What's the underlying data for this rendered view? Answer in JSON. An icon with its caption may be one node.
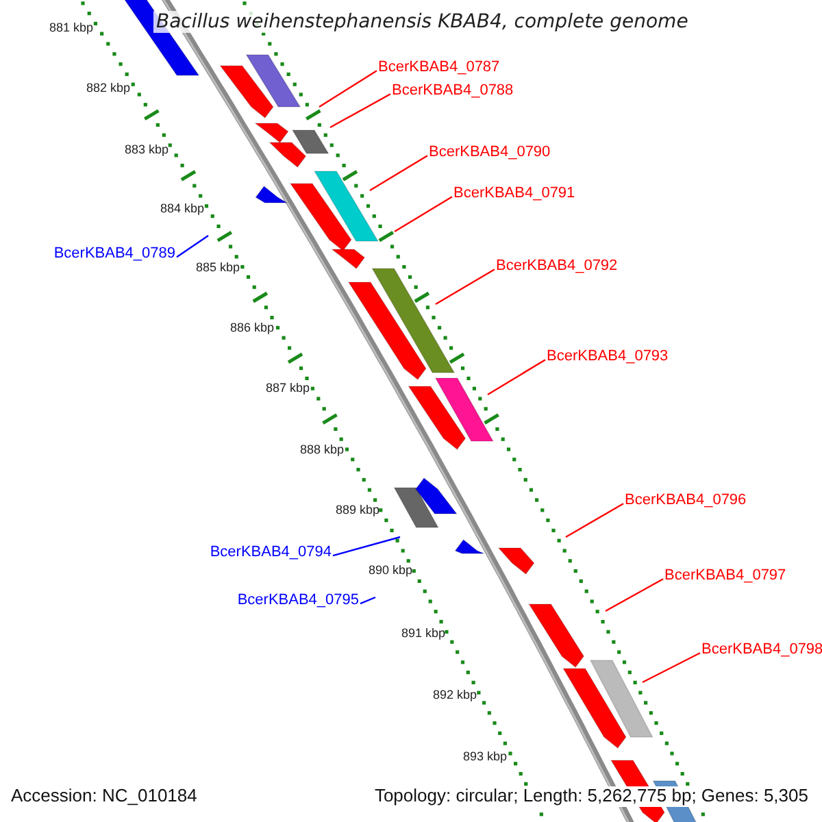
{
  "diagram": {
    "title": "Bacillus weihenstephanensis KBAB4, complete genome",
    "nodes": [
      {
        "text": [
          "BcerKBAB4_0787"
        ]
      },
      {
        "text": [
          "BcerKBAB4_0788"
        ]
      },
      {
        "text": [
          "BcerKBAB4_0790"
        ]
      },
      {
        "text": [
          "BcerKBAB4_0791"
        ]
      },
      {
        "text": [
          "BcerKBAB4_0789"
        ]
      },
      {
        "text": [
          "BcerKBAB4_0792"
        ]
      },
      {
        "text": [
          "BcerKBAB4_0793"
        ]
      },
      {
        "text": [
          "BcerKBAB4_0796"
        ]
      },
      {
        "text": [
          "BcerKBAB4_0794"
        ]
      },
      {
        "text": [
          "BcerKBAB4_0795"
        ]
      },
      {
        "text": [
          "BcerKBAB4_0797"
        ]
      },
      {
        "text": [
          "BcerKBAB4_0798"
        ]
      }
    ],
    "edges": [
      {
        "from": 0,
        "to": null,
        "arrow": "none"
      },
      {
        "from": 1,
        "to": null,
        "arrow": "none"
      },
      {
        "from": 2,
        "to": null,
        "arrow": "none"
      },
      {
        "from": 3,
        "to": null,
        "arrow": "none"
      },
      {
        "from": 4,
        "to": null,
        "arrow": "none",
        "color": "#0000ff"
      },
      {
        "from": 5,
        "to": null,
        "arrow": "none"
      },
      {
        "from": 6,
        "to": null,
        "arrow": "none"
      },
      {
        "from": 7,
        "to": null,
        "arrow": "none"
      },
      {
        "from": 8,
        "to": null,
        "arrow": "none",
        "color": "#0000ff"
      },
      {
        "from": 9,
        "to": null,
        "arrow": "none",
        "color": "#0000ff"
      },
      {
        "from": 10,
        "to": null,
        "arrow": "none"
      },
      {
        "from": 11,
        "to": null,
        "arrow": "none"
      }
    ],
    "labels": [
      "881 kbp",
      "882 kbp",
      "883 kbp",
      "884 kbp",
      "885 kbp",
      "886 kbp",
      "887 kbp",
      "888 kbp",
      "889 kbp",
      "890 kbp",
      "891 kbp",
      "892 kbp",
      "893 kbp",
      "Accession: NC_010184",
      "Topology: circular; Length: 5,262,775 bp; Genes: 5,305"
    ]
  }
}
